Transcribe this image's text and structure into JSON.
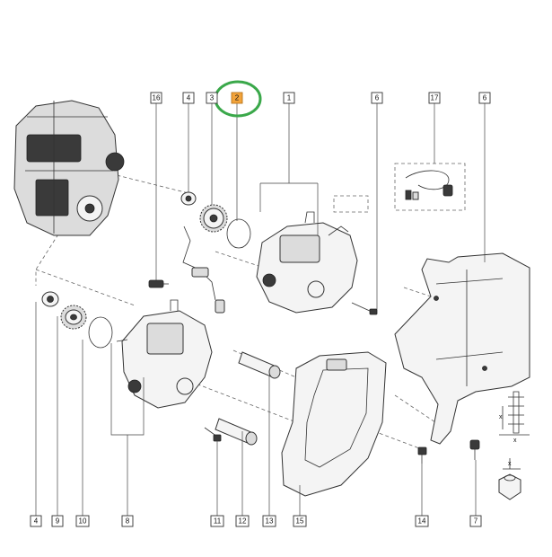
{
  "labels": {
    "l16": "16",
    "l4a": "4",
    "l3": "3",
    "l2": "2",
    "l1": "1",
    "l6a": "6",
    "l17": "17",
    "l6b": "6",
    "l4b": "4",
    "l9": "9",
    "l10": "10",
    "l8": "8",
    "l11": "11",
    "l12": "12",
    "l13": "13",
    "l15": "15",
    "l14": "14",
    "l7": "7"
  },
  "detail": {
    "x1": "x",
    "x2": "x",
    "x3": "x"
  },
  "colors": {
    "highlight": "#f2a33a",
    "circle": "#3aa84a"
  }
}
